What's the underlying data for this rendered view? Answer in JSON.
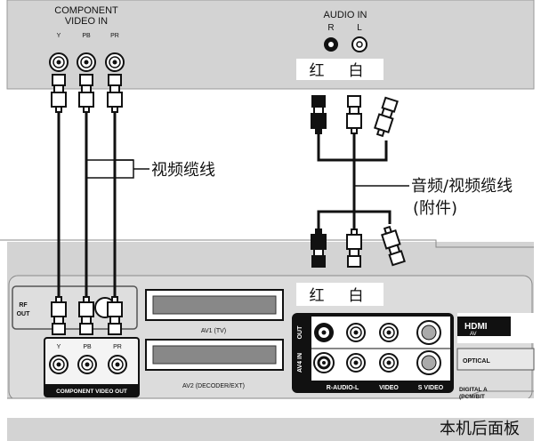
{
  "tv": {
    "component_title_1": "COMPONENT",
    "component_title_2": "VIDEO IN",
    "jack_y": "Y",
    "jack_pb": "PB",
    "jack_pr": "PR",
    "audio_title": "AUDIO IN",
    "audio_r": "R",
    "audio_l": "L",
    "color_red": "红",
    "color_white": "白"
  },
  "cables": {
    "video_cable": "视频缆线",
    "av_cable_1": "音频/视频缆线",
    "av_cable_2": "(附件)"
  },
  "unit": {
    "rf_out_1": "RF",
    "rf_out_2": "OUT",
    "av1": "AV1  (TV)",
    "av2": "AV2  (DECODER/EXT)",
    "comp_y": "Y",
    "comp_pb": "PB",
    "comp_pr": "PR",
    "component_out": "COMPONENT VIDEO OUT",
    "color_red": "红",
    "color_white": "白",
    "out": "OUT",
    "av4_in": "AV4 IN",
    "r_audio_l": "R-AUDIO-L",
    "video": "VIDEO",
    "s_video": "S VIDEO",
    "hdmi": "HDMI",
    "av_small": "AV",
    "optical": "OPTICAL",
    "digital_1": "DIGITAL A",
    "digital_2": "(PCM/BIT",
    "panel_caption": "本机后面板"
  }
}
